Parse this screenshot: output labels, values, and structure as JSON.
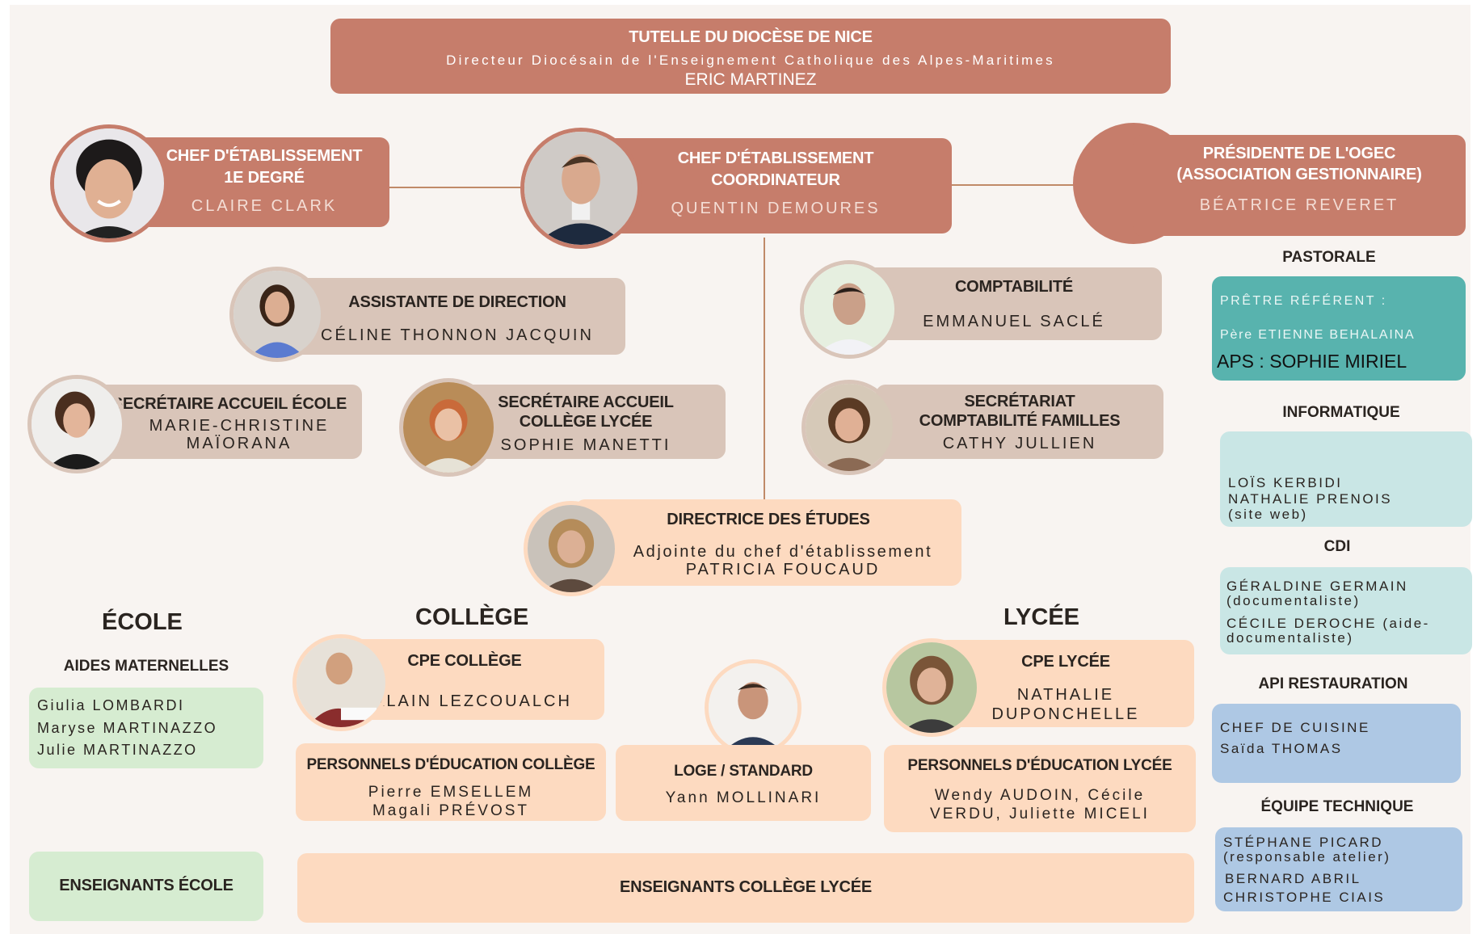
{
  "colors": {
    "rose": "#c67d6b",
    "taupe": "#d9c5b9",
    "peach": "#fddac0",
    "teal": "#58b3ae",
    "light_teal": "#c9e6e5",
    "blue": "#aec8e4",
    "green": "#d6ecd1"
  },
  "tutelle": {
    "title": "TUTELLE DU DIOCÈSE DE NICE",
    "subtitle": "Directeur Diocésain de l'Enseignement Catholique des Alpes-Maritimes",
    "name": "ERIC MARTINEZ"
  },
  "chef_1er_degre": {
    "title_line1": "CHEF D'ÉTABLISSEMENT",
    "title_line2": "1E DEGRÉ",
    "name": "CLAIRE CLARK"
  },
  "chef_coordinateur": {
    "title_line1": "CHEF D'ÉTABLISSEMENT",
    "title_line2": "COORDINATEUR",
    "name": "QUENTIN DEMOURES"
  },
  "presidente_ogec": {
    "title_line1": "PRÉSIDENTE DE L'OGEC",
    "title_line2": "(ASSOCIATION GESTIONNAIRE)",
    "name": "BÉATRICE REVERET"
  },
  "assistante": {
    "title": "ASSISTANTE DE DIRECTION",
    "name": "CÉLINE THONNON JACQUIN"
  },
  "comptabilite": {
    "title": "COMPTABILITÉ",
    "name": "EMMANUEL SACLÉ"
  },
  "sec_ecole": {
    "title": "SECRÉTAIRE ACCUEIL ÉCOLE",
    "name_line1": "MARIE-CHRISTINE",
    "name_line2": "MAÏORANA"
  },
  "sec_college": {
    "title_line1": "SECRÉTAIRE ACCUEIL",
    "title_line2": "COLLÈGE LYCÉE",
    "name": "SOPHIE MANETTI"
  },
  "sec_familles": {
    "title_line1": "SECRÉTARIAT",
    "title_line2": "COMPTABILITÉ FAMILLES",
    "name": "CATHY JULLIEN"
  },
  "directrice": {
    "title": "DIRECTRICE DES ÉTUDES",
    "subtitle": "Adjointe du chef d'établissement",
    "name": "PATRICIA FOUCAUD"
  },
  "sections": {
    "ecole": "ÉCOLE",
    "college": "COLLÈGE",
    "lycee": "LYCÉE"
  },
  "aides_maternelles": {
    "heading": "AIDES MATERNELLES",
    "names": [
      "Giulia LOMBARDI",
      "Maryse MARTINAZZO",
      "Julie MARTINAZZO"
    ]
  },
  "cpe_college": {
    "title": "CPE COLLÈGE",
    "name": "ALAIN LEZCOUALCH"
  },
  "cpe_lycee": {
    "title": "CPE LYCÉE",
    "name_line1": "NATHALIE",
    "name_line2": "DUPONCHELLE"
  },
  "pers_college": {
    "title": "PERSONNELS D'ÉDUCATION COLLÈGE",
    "line1": "Pierre EMSELLEM",
    "line2": "Magali PRÉVOST"
  },
  "loge": {
    "title": "LOGE / STANDARD",
    "name": "Yann MOLLINARI"
  },
  "pers_lycee": {
    "title": "PERSONNELS D'ÉDUCATION LYCÉE",
    "line1": "Wendy AUDOIN, Cécile",
    "line2": "VERDU, Juliette MICELI"
  },
  "enseignants_ecole": "ENSEIGNANTS ÉCOLE",
  "enseignants_college_lycee": "ENSEIGNANTS COLLÈGE LYCÉE",
  "pastorale": {
    "heading": "PASTORALE",
    "line1": "PRÊTRE RÉFÉRENT :",
    "line2": "Père ETIENNE BEHALAINA",
    "line3": "APS : SOPHIE MIRIEL"
  },
  "informatique": {
    "heading": "INFORMATIQUE",
    "line1": "LOÏS KERBIDI",
    "line2": "NATHALIE PRENOIS",
    "line3": "(site web)"
  },
  "cdi": {
    "heading": "CDI",
    "line1": "GÉRALDINE GERMAIN",
    "line2": "(documentaliste)",
    "line3": "CÉCILE DEROCHE (aide-",
    "line4": "documentaliste)"
  },
  "api": {
    "heading": "API RESTAURATION",
    "line1": "CHEF DE CUISINE",
    "line2": "Saïda THOMAS"
  },
  "technique": {
    "heading": "ÉQUIPE TECHNIQUE",
    "line1": "STÉPHANE PICARD",
    "line2": "(responsable atelier)",
    "line3": "BERNARD ABRIL",
    "line4": "CHRISTOPHE CIAIS"
  }
}
